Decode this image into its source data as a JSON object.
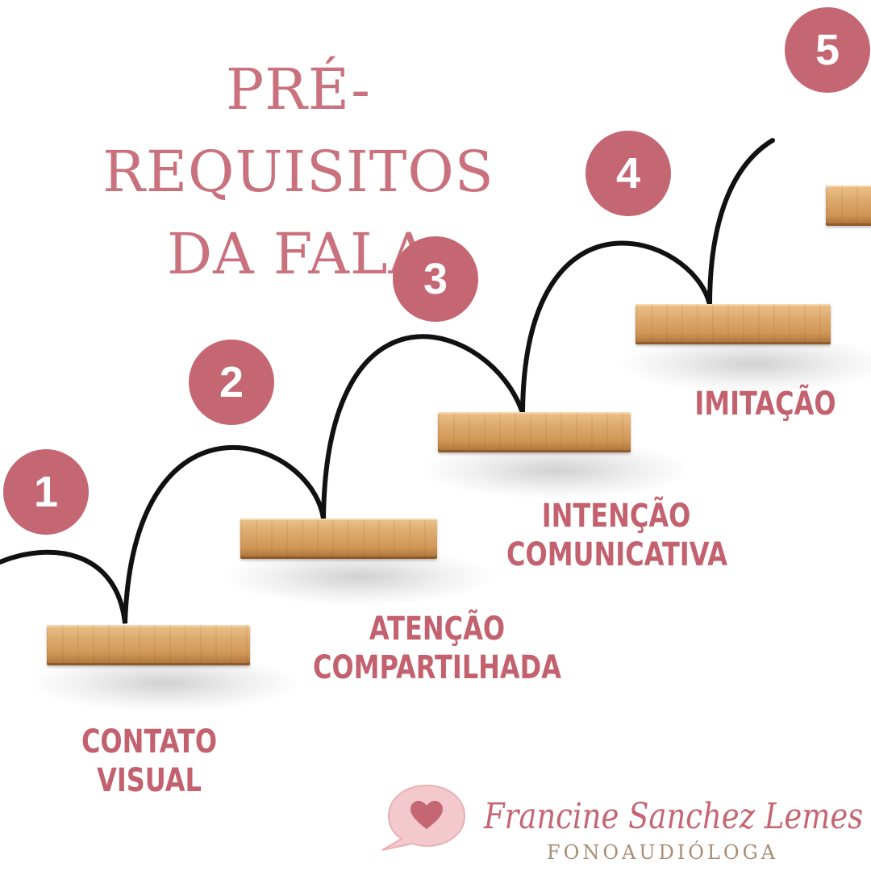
{
  "title": {
    "line1": "PRÉ-REQUISITOS",
    "line2": "DA FALA"
  },
  "steps": [
    {
      "number": "1",
      "label_line1": "CONTATO",
      "label_line2": "VISUAL"
    },
    {
      "number": "2",
      "label_line1": "ATENÇÃO",
      "label_line2": "COMPARTILHADA"
    },
    {
      "number": "3",
      "label_line1": "INTENÇÃO",
      "label_line2": "COMUNICATIVA"
    },
    {
      "number": "4",
      "label_line1": "IMITAÇÃO"
    },
    {
      "number": "5"
    }
  ],
  "branding": {
    "name": "Francine Sanchez Lemes",
    "profession": "FONOAUDIÓLOGA"
  },
  "colors": {
    "accent": "#c56673",
    "text_pink": "#c3616e",
    "wood": "#d9a566",
    "curve": "#111111"
  }
}
